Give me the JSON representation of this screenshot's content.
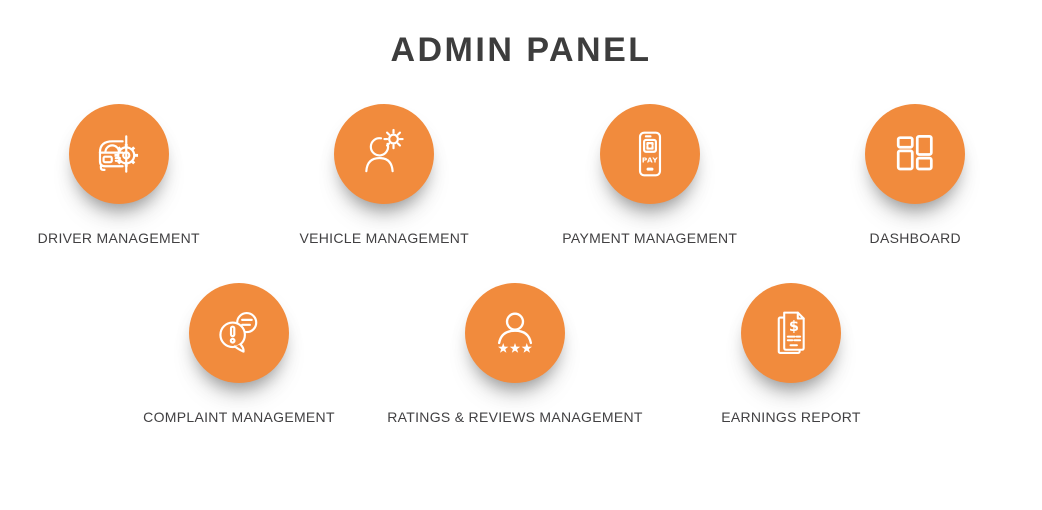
{
  "title": "ADMIN PANEL",
  "theme": {
    "accent": "#F18B3D",
    "title_color": "#3d3d3d",
    "label_color": "#414042",
    "icon_stroke": "#ffffff"
  },
  "rows": [
    {
      "items": [
        {
          "label": "DRIVER MANAGEMENT",
          "icon": "car-gear-icon"
        },
        {
          "label": "VEHICLE MANAGEMENT",
          "icon": "person-gear-icon"
        },
        {
          "label": "PAYMENT MANAGEMENT",
          "icon": "phone-pay-icon"
        },
        {
          "label": "DASHBOARD",
          "icon": "dashboard-grid-icon"
        }
      ]
    },
    {
      "items": [
        {
          "label": "COMPLAINT MANAGEMENT",
          "icon": "chat-alert-icon"
        },
        {
          "label": "RATINGS & REVIEWS MANAGEMENT",
          "icon": "person-stars-icon"
        },
        {
          "label": "EARNINGS REPORT",
          "icon": "dollar-report-icon"
        }
      ]
    }
  ],
  "icon_texts": {
    "pay": "PAY",
    "dollar": "$"
  }
}
